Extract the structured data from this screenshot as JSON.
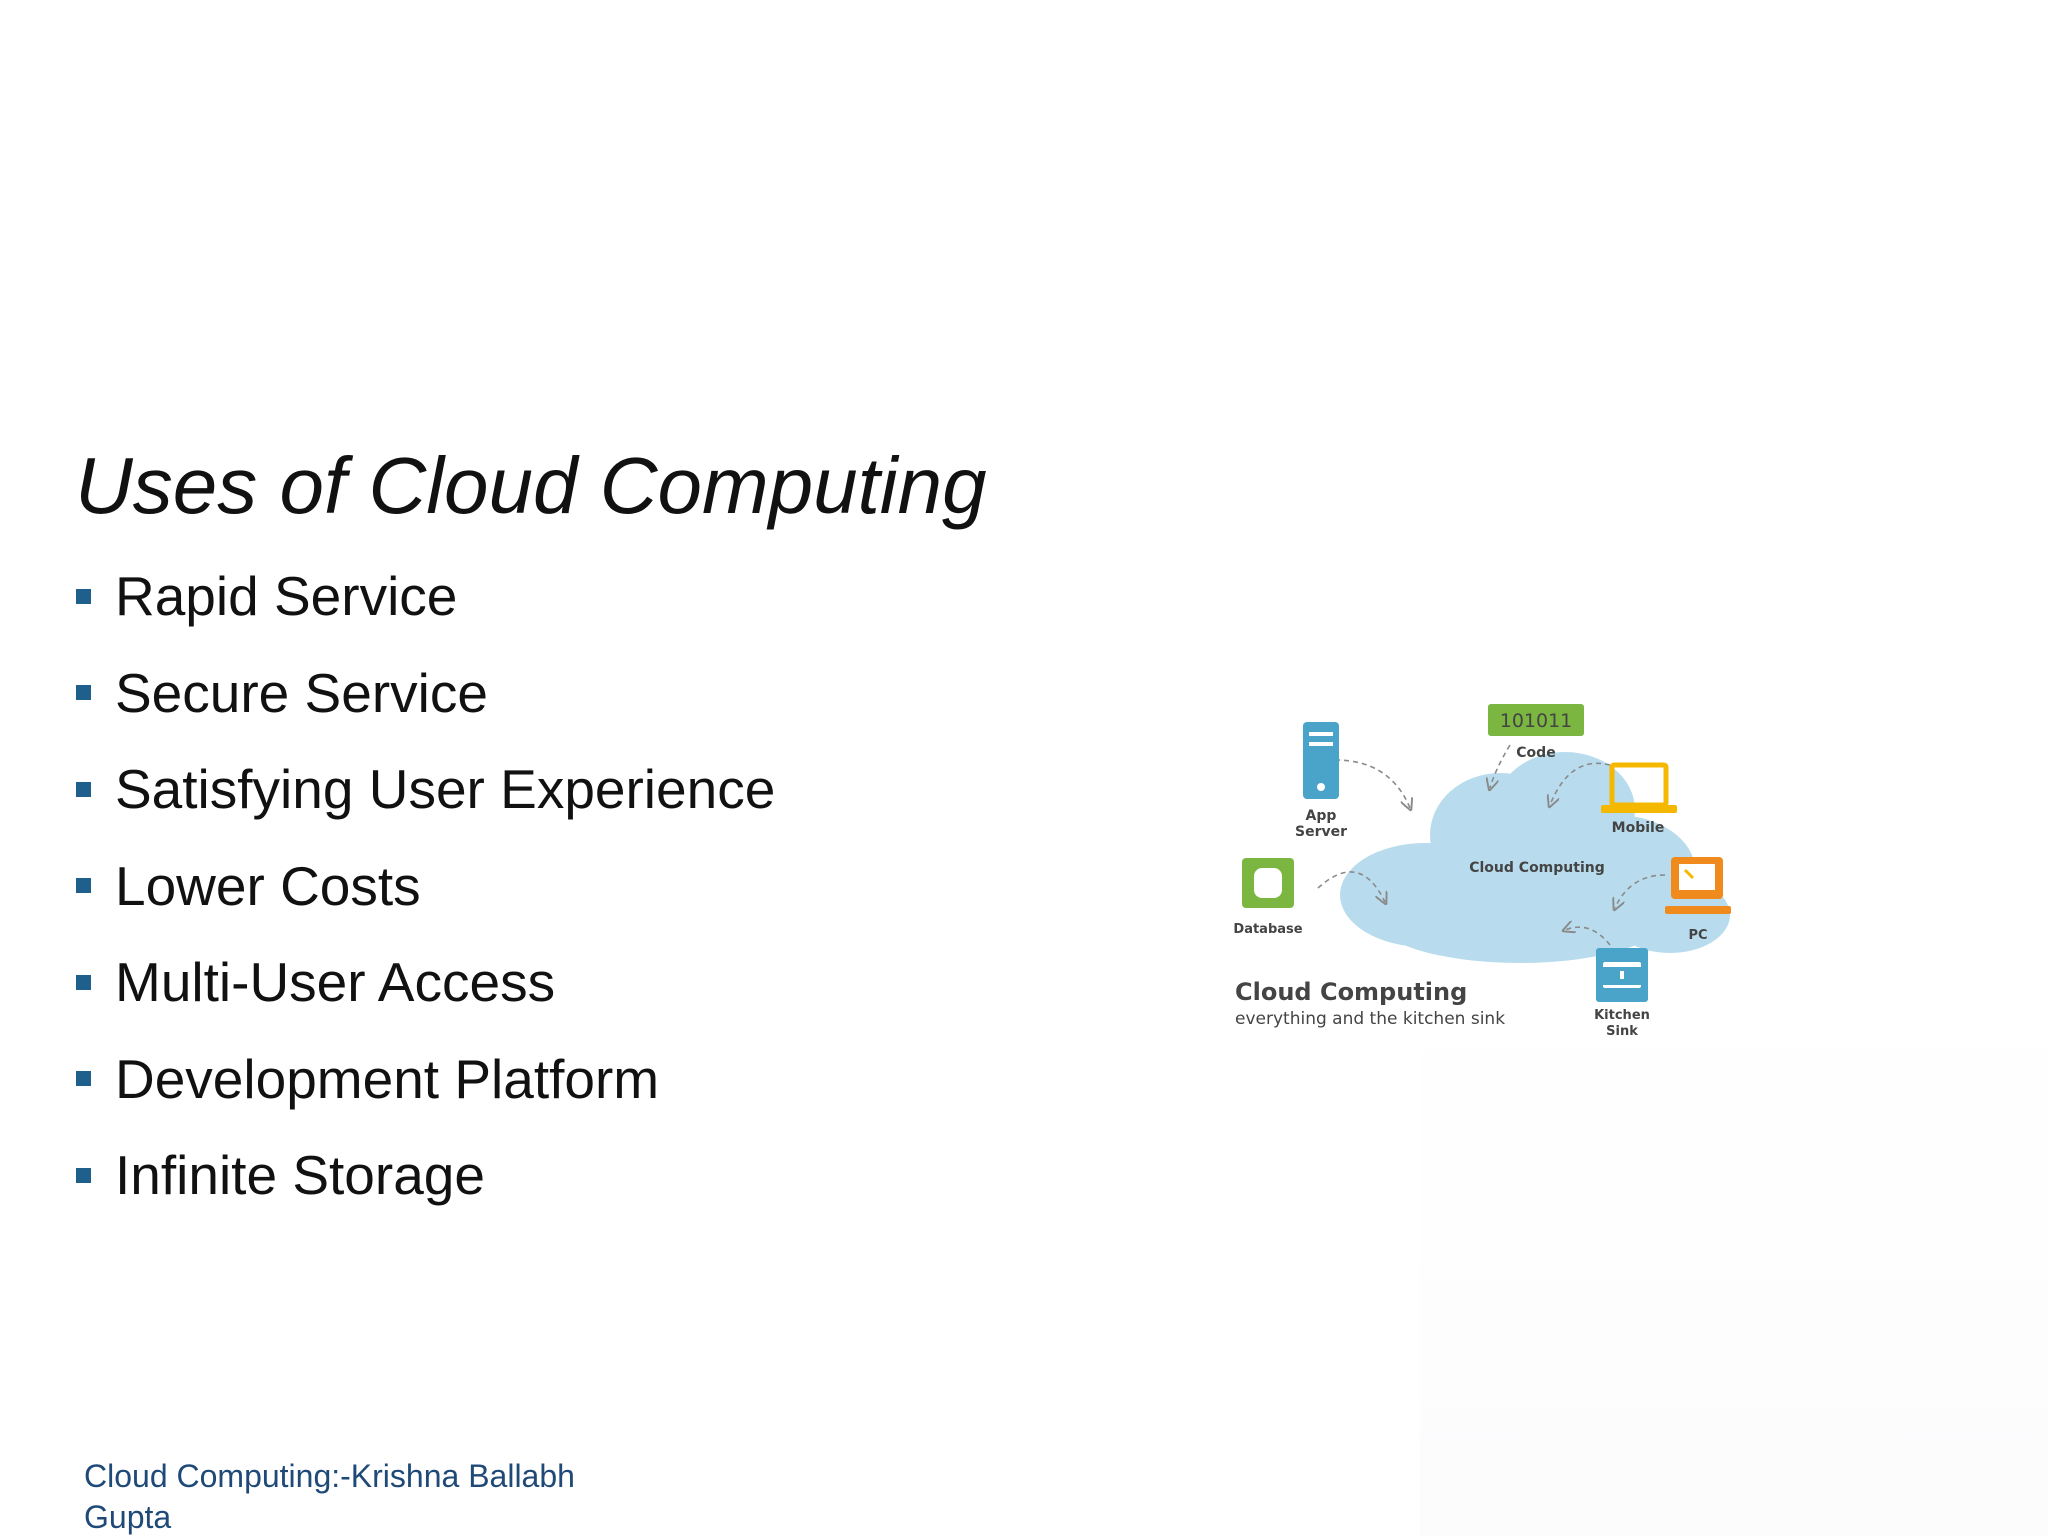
{
  "slide": {
    "title": "Uses of Cloud Computing",
    "bullets": [
      "Rapid Service",
      "Secure Service",
      "Satisfying User Experience",
      "Lower Costs",
      "Multi-User Access",
      "Development Platform",
      "Infinite Storage"
    ],
    "footer": "Cloud Computing:-Krishna Ballabh Gupta"
  },
  "diagram": {
    "center_label": "Cloud Computing",
    "caption_title": "Cloud Computing",
    "caption_subtitle": "everything and the kitchen sink",
    "nodes": {
      "code_badge": "101011",
      "code": "Code",
      "app_server_line1": "App",
      "app_server_line2": "Server",
      "mobile": "Mobile",
      "database": "Database",
      "pc": "PC",
      "kitchen_sink_line1": "Kitchen",
      "kitchen_sink_line2": "Sink"
    },
    "colors": {
      "cloud": "#b8dcee",
      "server": "#4aa3c8",
      "code": "#7ab640",
      "mobile": "#f5b800",
      "database": "#7ab640",
      "pc": "#f08a1c",
      "sink": "#4aa3c8"
    }
  }
}
